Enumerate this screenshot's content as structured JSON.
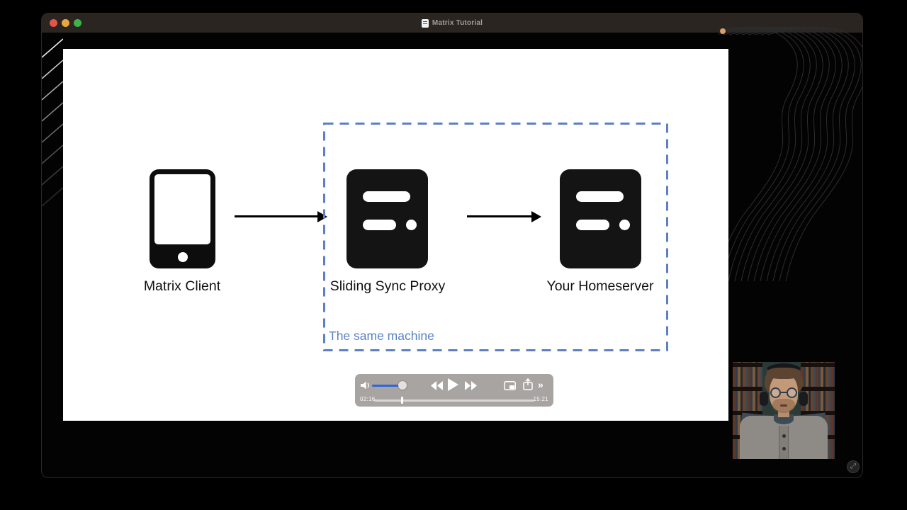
{
  "window": {
    "title": "Matrix Tutorial",
    "controls": [
      {
        "name": "close"
      },
      {
        "name": "minimize"
      },
      {
        "name": "zoom"
      }
    ]
  },
  "diagram": {
    "nodes": [
      {
        "label": "Matrix Client",
        "icon": "phone-icon"
      },
      {
        "label": "Sliding Sync Proxy",
        "icon": "server-icon"
      },
      {
        "label": "Your Homeserver",
        "icon": "server-icon"
      }
    ],
    "group": {
      "label": "The same machine",
      "contains": [
        "Sliding Sync Proxy",
        "Your Homeserver"
      ],
      "border_color": "#5b81c2"
    },
    "connections": [
      {
        "from": "Matrix Client",
        "to": "Sliding Sync Proxy"
      },
      {
        "from": "Sliding Sync Proxy",
        "to": "Your Homeserver"
      }
    ]
  },
  "player": {
    "elapsed": "02:16",
    "remaining": "15:21",
    "progress_percent": 18,
    "volume_percent": 95,
    "more_label": "»",
    "icons": [
      "volume-icon",
      "rewind-icon",
      "play-icon",
      "fast-forward-icon",
      "pip-icon",
      "share-icon",
      "more-chevrons-icon"
    ]
  },
  "colors": {
    "accent_blue": "#5b81c2",
    "volume_blue": "#2f66dd",
    "player_bar": "#a8a4a1",
    "titlebar": "#2b2522",
    "slide_bg": "#ffffff",
    "traffic_red": "#e4544b",
    "traffic_yellow": "#e8a83b",
    "traffic_green": "#3cb348"
  }
}
